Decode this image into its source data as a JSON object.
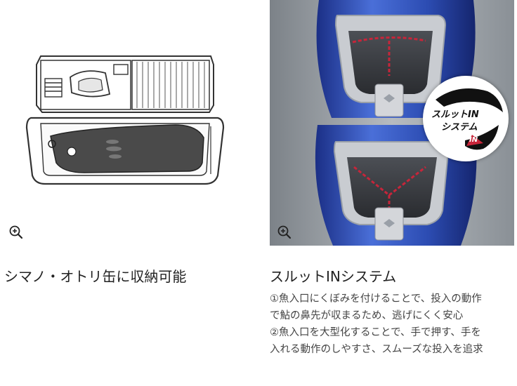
{
  "left": {
    "title": "シマノ・オトリ缶に収納可能"
  },
  "right": {
    "title": "スルットINシステム",
    "badge_text_1": "スルットIN",
    "badge_text_2": "システム",
    "badge_mark": "IN",
    "description": "①魚入口にくぼみを付けることで、投入の動作\nで鮎の鼻先が収まるため、逃げにくく安心\n②魚入口を大型化することで、手で押す、手を\n入れる動作のしやすさ、スムーズな投入を追求"
  },
  "icons": {
    "zoom": "zoom-in-icon"
  },
  "colors": {
    "case_blue": "#2f4fb5",
    "dash_red": "#c7253a",
    "text": "#222222",
    "desc_text": "#444444"
  }
}
